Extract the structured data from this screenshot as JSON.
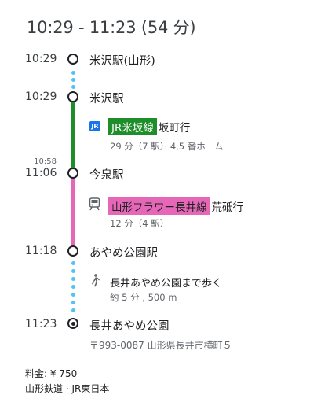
{
  "header": {
    "title": "10:29 - 11:23 (54 分)"
  },
  "timeline": {
    "stop1": {
      "time": "10:29",
      "name": "米沢駅(山形)"
    },
    "stop2": {
      "time": "10:29",
      "name": "米沢駅"
    },
    "leg1": {
      "icon": "jr-icon",
      "icon_text": "JR",
      "line": "JR米坂線",
      "destination": "坂町行",
      "detail": "29 分（7 駅）· 4,5 番ホーム",
      "color": "#1e8e2a"
    },
    "stop3": {
      "arrive_time": "10:58",
      "depart_time": "11:06",
      "name": "今泉駅"
    },
    "leg2": {
      "icon": "train-icon",
      "line": "山形フラワー長井線",
      "destination": "荒砥行",
      "detail": "12 分（4 駅）",
      "color": "#e667b8"
    },
    "stop4": {
      "time": "11:18",
      "name": "あやめ公園駅"
    },
    "walk": {
      "icon": "walking-person-icon",
      "text": "長井あやめ公園まで歩く",
      "detail": "約 5 分 , 500 m"
    },
    "stop5": {
      "time": "11:23",
      "name": "長井あやめ公園",
      "address": "〒993-0087 山形県長井市横町５"
    }
  },
  "footer": {
    "fare": "料金: ¥ 750",
    "operators": "山形鉄道 · JR東日本"
  }
}
